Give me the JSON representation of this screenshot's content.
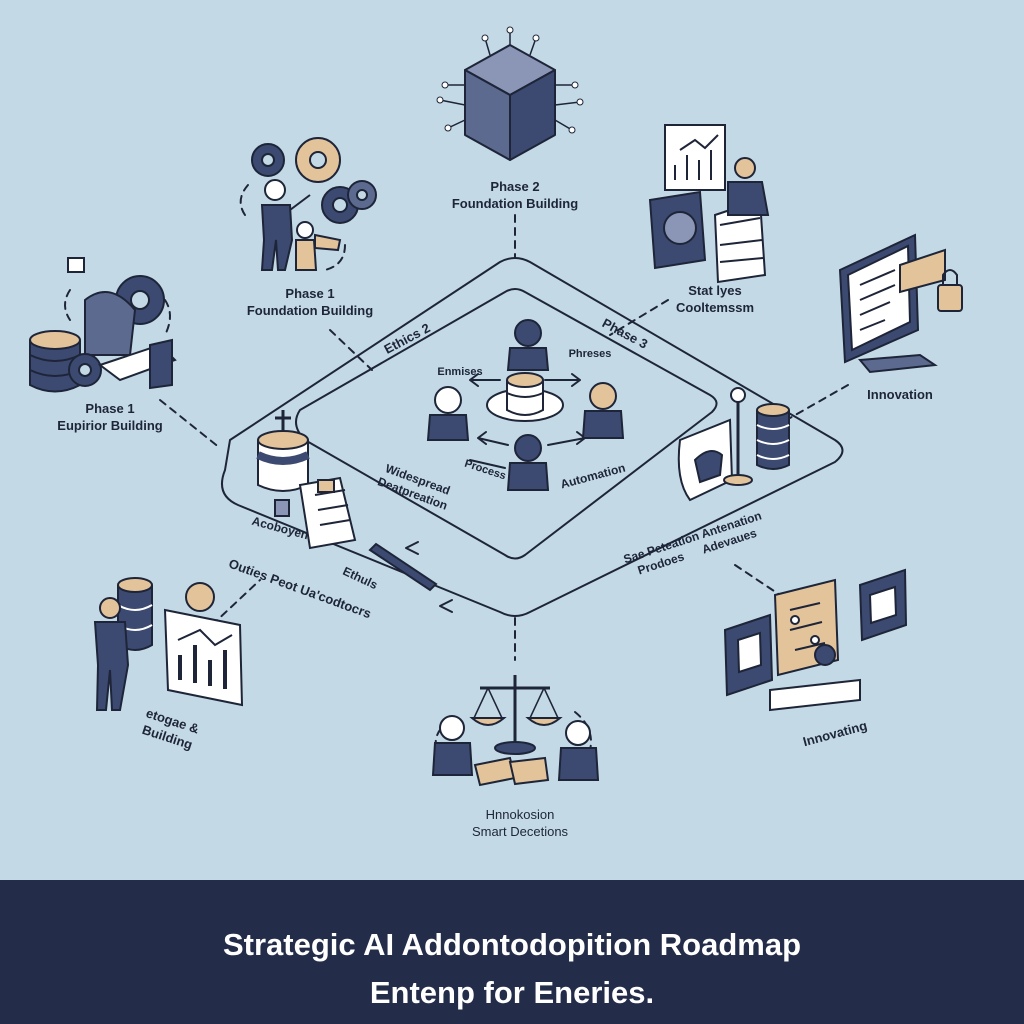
{
  "labels": {
    "phase2_top": [
      "Phase 2",
      "Foundation Building"
    ],
    "phase1_top": [
      "Phase 1",
      "Foundation Building"
    ],
    "phase1_left": [
      "Phase 1",
      "Eupirior Building"
    ],
    "stat_types": [
      "Stat lyes",
      "Cooltemssm"
    ],
    "innovation": "Innovation",
    "ethics2": "Ethics 2",
    "phase3": "Phase 3",
    "enmises": "Enmises",
    "phreses": "Phreses",
    "process": "Process",
    "automation": "Automation",
    "widespread": [
      "Widespread",
      "Deatpreation"
    ],
    "acoboyen": "Acoboyen",
    "ethuls": "Ethuls",
    "outies": "Outies Peot Ua'codtocrs",
    "protection": [
      "Sae Peteation Antenation",
      "Prodoes      Adevaues"
    ],
    "storage": [
      "etogae &",
      "Building"
    ],
    "innovating": "Innovating",
    "smart": [
      "Hnnokosion",
      "Smart Decetions"
    ]
  },
  "footer": {
    "line1": "Strategic AI Addontodopition Roadmap",
    "line2": "Entenp for Eneries."
  },
  "colors": {
    "background": "#c3d9e6",
    "navy": "#3c4a72",
    "tan": "#e3c39a",
    "outline": "#1e2538",
    "footer_bg": "#232c48"
  }
}
